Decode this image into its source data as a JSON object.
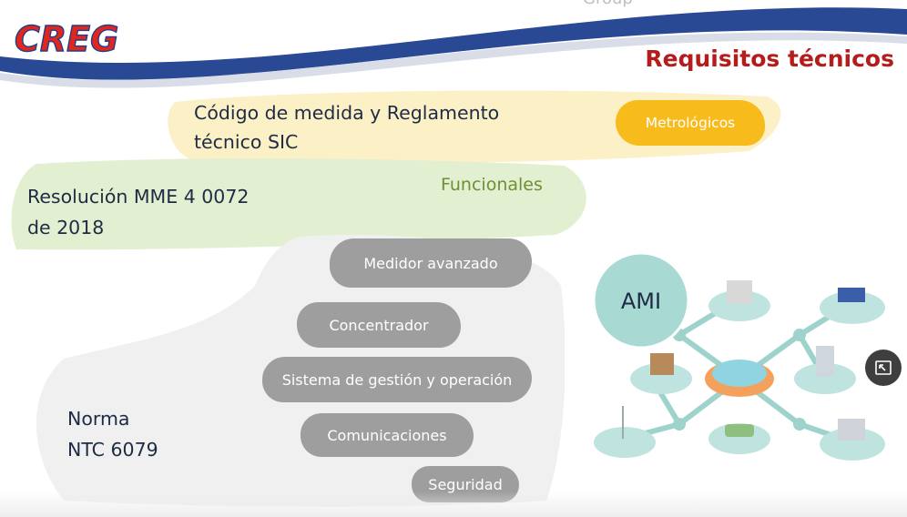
{
  "header": {
    "logo_text": "CREG",
    "top_mark_text": "Group",
    "title": "Requisitos técnicos"
  },
  "blocks": {
    "codigo": {
      "line1": "Código de medida y Reglamento",
      "line2": "técnico SIC"
    },
    "metrologicos_label": "Metrológicos",
    "funcionales_label": "Funcionales",
    "resolucion": {
      "line1": "Resolución MME 4 0072",
      "line2": "de 2018"
    },
    "norma": {
      "line1": "Norma",
      "line2": "NTC 6079"
    }
  },
  "components": [
    "Medidor avanzado",
    "Concentrador",
    "Sistema de gestión y operación",
    "Comunicaciones",
    "Seguridad"
  ],
  "diagram": {
    "center_label": "AMI"
  },
  "colors": {
    "title_red": "#b51d1d",
    "logo_red": "#e1261c",
    "logo_blue": "#1f3f8f",
    "metro_orange": "#f8bb1c",
    "metro_bg": "#fbf0c6",
    "func_green_bg": "#e2efd0",
    "func_green_text": "#6f8f34",
    "pill_gray": "#9e9e9e",
    "ami_teal": "#a9d9d3"
  },
  "icons": {
    "pip_button": "picture-in-picture-icon"
  }
}
